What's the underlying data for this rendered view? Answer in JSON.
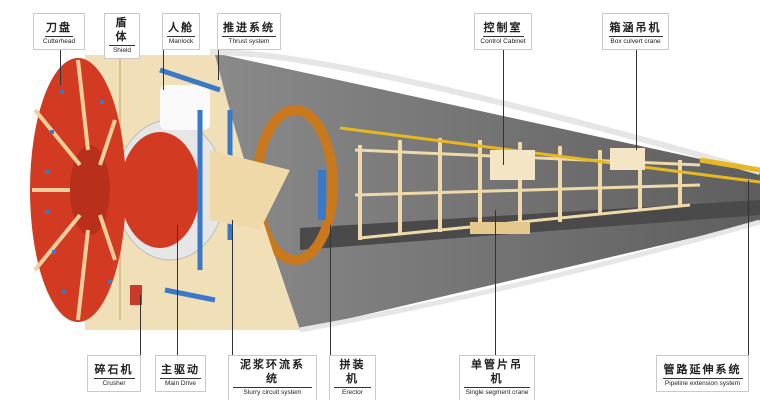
{
  "labels_top": [
    {
      "zh": "刀盘",
      "en": "Cutterhead"
    },
    {
      "zh": "盾体",
      "en": "Shield"
    },
    {
      "zh": "人舱",
      "en": "Manlock"
    },
    {
      "zh": "推进系统",
      "en": "Thrust system"
    },
    {
      "zh": "控制室",
      "en": "Control Cabinet"
    },
    {
      "zh": "箱涵吊机",
      "en": "Box culvert crane"
    }
  ],
  "labels_bottom": [
    {
      "zh": "碎石机",
      "en": "Crusher"
    },
    {
      "zh": "主驱动",
      "en": "Main Drive"
    },
    {
      "zh": "泥浆环流系统",
      "en": "Slurry circuit system"
    },
    {
      "zh": "拼装机",
      "en": "Erector"
    },
    {
      "zh": "单管片吊机",
      "en": "Single segment crane"
    },
    {
      "zh": "管路延伸系统",
      "en": "Pipeline extension system"
    }
  ],
  "colors": {
    "cutterhead": "#d23a22",
    "shield": "#f1dfb8",
    "tunnel": "#6d6d6d",
    "hydraulics": "#3a78c8",
    "erector": "#c9781e",
    "gantry": "#efd9a8",
    "pipes": "#e8b820"
  }
}
